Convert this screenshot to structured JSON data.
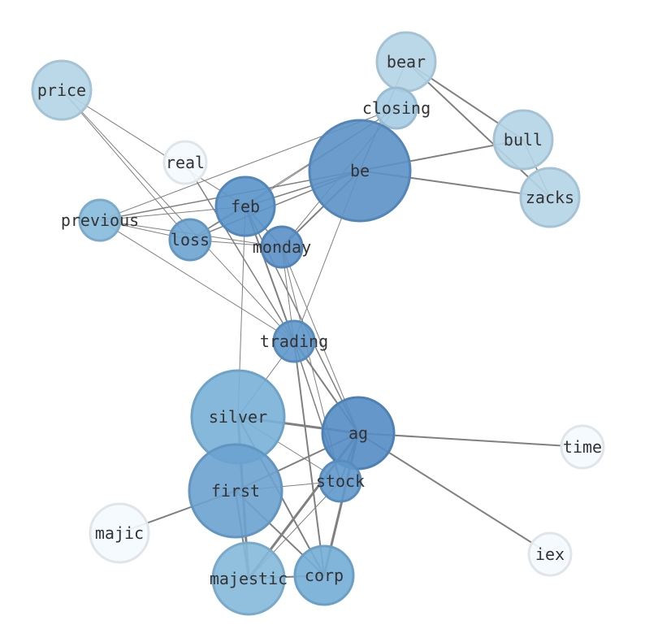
{
  "graph": {
    "nodes": [
      {
        "id": "bear",
        "label": "bear",
        "shade": "#b4d4e7"
      },
      {
        "id": "closing",
        "label": "closing",
        "shade": "#a6cce4"
      },
      {
        "id": "price",
        "label": "price",
        "shade": "#b4d4e7"
      },
      {
        "id": "bull",
        "label": "bull",
        "shade": "#b4d4e7"
      },
      {
        "id": "real",
        "label": "real",
        "shade": "#f4f9fe"
      },
      {
        "id": "be",
        "label": "be",
        "shade": "#5b91c7"
      },
      {
        "id": "zacks",
        "label": "zacks",
        "shade": "#b4d4e7"
      },
      {
        "id": "feb",
        "label": "feb",
        "shade": "#5a93c9"
      },
      {
        "id": "previous",
        "label": "previous",
        "shade": "#86b9dc"
      },
      {
        "id": "loss",
        "label": "loss",
        "shade": "#6ca3d1"
      },
      {
        "id": "monday",
        "label": "monday",
        "shade": "#5a90c7"
      },
      {
        "id": "trading",
        "label": "trading",
        "shade": "#5f97cb"
      },
      {
        "id": "silver",
        "label": "silver",
        "shade": "#78b0d7"
      },
      {
        "id": "ag",
        "label": "ag",
        "shade": "#548cc4"
      },
      {
        "id": "time",
        "label": "time",
        "shade": "#f4f9fe"
      },
      {
        "id": "stock",
        "label": "stock",
        "shade": "#5f98cc"
      },
      {
        "id": "first",
        "label": "first",
        "shade": "#6ba2d0"
      },
      {
        "id": "majic",
        "label": "majic",
        "shade": "#f4f9fe"
      },
      {
        "id": "iex",
        "label": "iex",
        "shade": "#f4f9fe"
      },
      {
        "id": "majestic",
        "label": "majestic",
        "shade": "#85b9dc"
      },
      {
        "id": "corp",
        "label": "corp",
        "shade": "#74add6"
      }
    ],
    "edges": [
      {
        "source": "bear",
        "target": "bull",
        "weight": 2
      },
      {
        "source": "bear",
        "target": "zacks",
        "weight": 2
      },
      {
        "source": "bull",
        "target": "zacks",
        "weight": 1.5
      },
      {
        "source": "bear",
        "target": "be",
        "weight": 1.2
      },
      {
        "source": "closing",
        "target": "feb",
        "weight": 1
      },
      {
        "source": "closing",
        "target": "monday",
        "weight": 1
      },
      {
        "source": "closing",
        "target": "previous",
        "weight": 1
      },
      {
        "source": "closing",
        "target": "loss",
        "weight": 1
      },
      {
        "source": "be",
        "target": "bull",
        "weight": 2
      },
      {
        "source": "be",
        "target": "zacks",
        "weight": 2
      },
      {
        "source": "be",
        "target": "feb",
        "weight": 1.5
      },
      {
        "source": "be",
        "target": "monday",
        "weight": 2
      },
      {
        "source": "be",
        "target": "previous",
        "weight": 1.5
      },
      {
        "source": "be",
        "target": "loss",
        "weight": 1.5
      },
      {
        "source": "be",
        "target": "trading",
        "weight": 1
      },
      {
        "source": "price",
        "target": "feb",
        "weight": 1
      },
      {
        "source": "price",
        "target": "loss",
        "weight": 1
      },
      {
        "source": "price",
        "target": "trading",
        "weight": 1
      },
      {
        "source": "real",
        "target": "trading",
        "weight": 1.5
      },
      {
        "source": "previous",
        "target": "feb",
        "weight": 1
      },
      {
        "source": "previous",
        "target": "loss",
        "weight": 1
      },
      {
        "source": "previous",
        "target": "monday",
        "weight": 1
      },
      {
        "source": "previous",
        "target": "trading",
        "weight": 1
      },
      {
        "source": "feb",
        "target": "monday",
        "weight": 1.5
      },
      {
        "source": "feb",
        "target": "loss",
        "weight": 1
      },
      {
        "source": "feb",
        "target": "trading",
        "weight": 2
      },
      {
        "source": "feb",
        "target": "ag",
        "weight": 1.5
      },
      {
        "source": "feb",
        "target": "silver",
        "weight": 1
      },
      {
        "source": "loss",
        "target": "monday",
        "weight": 1
      },
      {
        "source": "monday",
        "target": "ag",
        "weight": 1
      },
      {
        "source": "monday",
        "target": "stock",
        "weight": 1
      },
      {
        "source": "monday",
        "target": "corp",
        "weight": 1
      },
      {
        "source": "trading",
        "target": "ag",
        "weight": 2
      },
      {
        "source": "trading",
        "target": "stock",
        "weight": 1.5
      },
      {
        "source": "trading",
        "target": "corp",
        "weight": 2
      },
      {
        "source": "trading",
        "target": "silver",
        "weight": 1
      },
      {
        "source": "silver",
        "target": "ag",
        "weight": 3
      },
      {
        "source": "silver",
        "target": "majestic",
        "weight": 3
      },
      {
        "source": "silver",
        "target": "corp",
        "weight": 2
      },
      {
        "source": "silver",
        "target": "stock",
        "weight": 1
      },
      {
        "source": "ag",
        "target": "time",
        "weight": 2
      },
      {
        "source": "ag",
        "target": "iex",
        "weight": 2
      },
      {
        "source": "ag",
        "target": "first",
        "weight": 2
      },
      {
        "source": "ag",
        "target": "majestic",
        "weight": 3
      },
      {
        "source": "ag",
        "target": "corp",
        "weight": 3
      },
      {
        "source": "ag",
        "target": "stock",
        "weight": 2
      },
      {
        "source": "stock",
        "target": "first",
        "weight": 1
      },
      {
        "source": "stock",
        "target": "majestic",
        "weight": 1
      },
      {
        "source": "first",
        "target": "majic",
        "weight": 2
      },
      {
        "source": "first",
        "target": "majestic",
        "weight": 2
      },
      {
        "source": "first",
        "target": "corp",
        "weight": 2
      },
      {
        "source": "majestic",
        "target": "corp",
        "weight": 2
      }
    ]
  }
}
